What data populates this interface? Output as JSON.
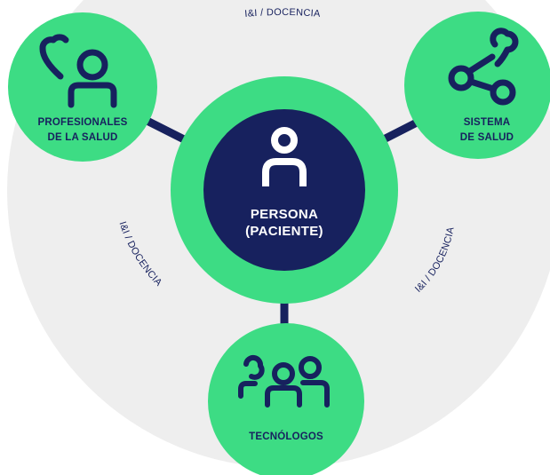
{
  "colors": {
    "navy": "#17215e",
    "green": "#3ddc84",
    "ring": "#eeeeee",
    "background": "#ffffff"
  },
  "center": {
    "line1": "PERSONA",
    "line2": "(PACIENTE)",
    "icon": "person-icon"
  },
  "nodes": {
    "professionals": {
      "line1": "PROFESIONALES",
      "line2": "DE LA SALUD",
      "icon": "caregiver-heart-icon"
    },
    "health_system": {
      "line1": "SISTEMA",
      "line2": "DE SALUD",
      "icon": "network-heart-icon"
    },
    "technologists": {
      "line1": "TECNÓLOGOS",
      "icon": "group-icon"
    }
  },
  "ring_labels": {
    "top": "I&I / DOCENCIA",
    "left": "I&I / DOCENCIA",
    "right": "I&I / DOCENCIA"
  }
}
